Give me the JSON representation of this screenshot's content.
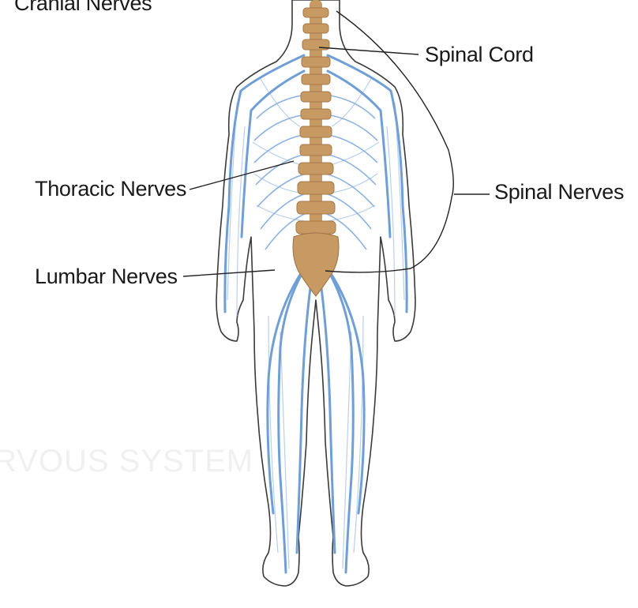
{
  "labels": {
    "cranial": "Cranial Nerves",
    "spinal_cord": "Spinal Cord",
    "spinal_nerves": "Spinal Nerves",
    "thoracic": "Thoracic Nerves",
    "lumbar": "Lumbar Nerves"
  },
  "watermark": "RVOUS SYSTEM",
  "colors": {
    "nerve": "#6f9fd4",
    "nerve_light": "#b8d0ec",
    "spine": "#c79a63",
    "spine_dark": "#a6784a",
    "outline": "#3a3a3a",
    "leader": "#222222"
  }
}
